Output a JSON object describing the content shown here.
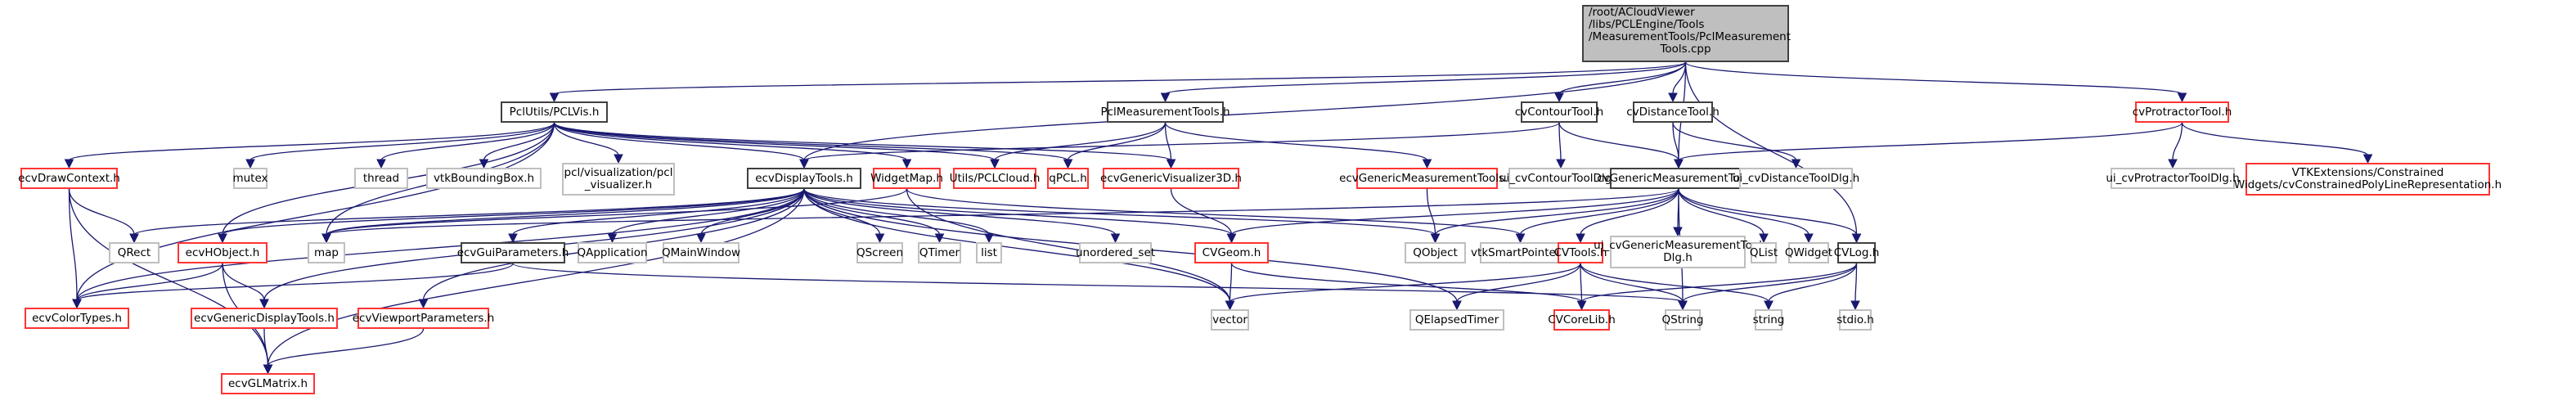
{
  "diagram": {
    "title": "Include dependency graph",
    "colors": {
      "edge": "#191970",
      "root_fill": "#bfbfbf",
      "documented_border": "#404040",
      "incomplete_border": "#ff3333",
      "external_border": "#bfbfbf"
    },
    "nodes": [
      {
        "id": "root",
        "label": "/root/ACloudViewer\n/libs/PCLEngine/Tools\n/MeasurementTools/PclMeasurement\nTools.cpp",
        "kind": "root"
      },
      {
        "id": "pclvis",
        "label": "PclUtils/PCLVis.h",
        "kind": "documented"
      },
      {
        "id": "pclmeas",
        "label": "PclMeasurementTools.h",
        "kind": "documented"
      },
      {
        "id": "contour",
        "label": "cvContourTool.h",
        "kind": "documented"
      },
      {
        "id": "distance",
        "label": "cvDistanceTool.h",
        "kind": "documented"
      },
      {
        "id": "protractor",
        "label": "cvProtractorTool.h",
        "kind": "incomplete"
      },
      {
        "id": "drawctx",
        "label": "ecvDrawContext.h",
        "kind": "incomplete"
      },
      {
        "id": "mutex",
        "label": "mutex",
        "kind": "external"
      },
      {
        "id": "thread",
        "label": "thread",
        "kind": "external"
      },
      {
        "id": "vtkbb",
        "label": "vtkBoundingBox.h",
        "kind": "external"
      },
      {
        "id": "pclviz",
        "label": "pcl/visualization/pcl\n_visualizer.h",
        "kind": "external"
      },
      {
        "id": "displaytools",
        "label": "ecvDisplayTools.h",
        "kind": "documented"
      },
      {
        "id": "widgetmap",
        "label": "WidgetMap.h",
        "kind": "incomplete"
      },
      {
        "id": "pclcloud",
        "label": "Utils/PCLCloud.h",
        "kind": "incomplete"
      },
      {
        "id": "qpcl",
        "label": "qPCL.h",
        "kind": "incomplete"
      },
      {
        "id": "genvis3d",
        "label": "ecvGenericVisualizer3D.h",
        "kind": "incomplete"
      },
      {
        "id": "genmeastools",
        "label": "ecvGenericMeasurementTools.h",
        "kind": "incomplete"
      },
      {
        "id": "uicontour",
        "label": "ui_cvContourToolDlg.h",
        "kind": "external"
      },
      {
        "id": "genmeastool",
        "label": "cvGenericMeasurementTool.h",
        "kind": "documented"
      },
      {
        "id": "uidistance",
        "label": "ui_cvDistanceToolDlg.h",
        "kind": "external"
      },
      {
        "id": "uiprotractor",
        "label": "ui_cvProtractorToolDlg.h",
        "kind": "external"
      },
      {
        "id": "vtkext",
        "label": "VTKExtensions/Constrained\nWidgets/cvConstrainedPolyLineRepresentation.h",
        "kind": "incomplete"
      },
      {
        "id": "qrect",
        "label": "QRect",
        "kind": "external"
      },
      {
        "id": "hobject",
        "label": "ecvHObject.h",
        "kind": "incomplete"
      },
      {
        "id": "map",
        "label": "map",
        "kind": "external"
      },
      {
        "id": "guiparams",
        "label": "ecvGuiParameters.h",
        "kind": "documented"
      },
      {
        "id": "qapp",
        "label": "QApplication",
        "kind": "external"
      },
      {
        "id": "qmainwin",
        "label": "QMainWindow",
        "kind": "external"
      },
      {
        "id": "qscreen",
        "label": "QScreen",
        "kind": "external"
      },
      {
        "id": "qtimer",
        "label": "QTimer",
        "kind": "external"
      },
      {
        "id": "list",
        "label": "list",
        "kind": "external"
      },
      {
        "id": "uset",
        "label": "unordered_set",
        "kind": "external"
      },
      {
        "id": "cvgeom",
        "label": "CVGeom.h",
        "kind": "incomplete"
      },
      {
        "id": "qobject",
        "label": "QObject",
        "kind": "external"
      },
      {
        "id": "vtksp",
        "label": "vtkSmartPointer.h",
        "kind": "external"
      },
      {
        "id": "cvtools",
        "label": "CVTools.h",
        "kind": "incomplete"
      },
      {
        "id": "uigenmeas",
        "label": "ui_cvGenericMeasurementTool\nDlg.h",
        "kind": "external"
      },
      {
        "id": "qlist",
        "label": "QList",
        "kind": "external"
      },
      {
        "id": "qwidget",
        "label": "QWidget",
        "kind": "external"
      },
      {
        "id": "cvlog",
        "label": "CVLog.h",
        "kind": "documented"
      },
      {
        "id": "colortypes",
        "label": "ecvColorTypes.h",
        "kind": "incomplete"
      },
      {
        "id": "gendisplay",
        "label": "ecvGenericDisplayTools.h",
        "kind": "incomplete"
      },
      {
        "id": "viewport",
        "label": "ecvViewportParameters.h",
        "kind": "incomplete"
      },
      {
        "id": "vector",
        "label": "vector",
        "kind": "external"
      },
      {
        "id": "qelapsed",
        "label": "QElapsedTimer",
        "kind": "external"
      },
      {
        "id": "corelib",
        "label": "CVCoreLib.h",
        "kind": "incomplete"
      },
      {
        "id": "qstring",
        "label": "QString",
        "kind": "external"
      },
      {
        "id": "string",
        "label": "string",
        "kind": "external"
      },
      {
        "id": "stdio",
        "label": "stdio.h",
        "kind": "external"
      },
      {
        "id": "glmatrix",
        "label": "ecvGLMatrix.h",
        "kind": "incomplete"
      }
    ],
    "edges": [
      [
        "root",
        "pclvis"
      ],
      [
        "root",
        "pclmeas"
      ],
      [
        "root",
        "contour"
      ],
      [
        "root",
        "distance"
      ],
      [
        "root",
        "protractor"
      ],
      [
        "root",
        "genmeastool"
      ],
      [
        "root",
        "displaytools"
      ],
      [
        "root",
        "cvlog"
      ],
      [
        "pclvis",
        "drawctx"
      ],
      [
        "pclvis",
        "mutex"
      ],
      [
        "pclvis",
        "thread"
      ],
      [
        "pclvis",
        "vtkbb"
      ],
      [
        "pclvis",
        "pclviz"
      ],
      [
        "pclvis",
        "displaytools"
      ],
      [
        "pclvis",
        "widgetmap"
      ],
      [
        "pclvis",
        "pclcloud"
      ],
      [
        "pclvis",
        "qpcl"
      ],
      [
        "pclvis",
        "genvis3d"
      ],
      [
        "pclvis",
        "hobject"
      ],
      [
        "pclvis",
        "map"
      ],
      [
        "pclvis",
        "colortypes"
      ],
      [
        "pclmeas",
        "pclcloud"
      ],
      [
        "pclmeas",
        "qpcl"
      ],
      [
        "pclmeas",
        "genvis3d"
      ],
      [
        "pclmeas",
        "genmeastools"
      ],
      [
        "contour",
        "uicontour"
      ],
      [
        "contour",
        "genmeastool"
      ],
      [
        "contour",
        "displaytools"
      ],
      [
        "distance",
        "genmeastool"
      ],
      [
        "distance",
        "uidistance"
      ],
      [
        "protractor",
        "genmeastool"
      ],
      [
        "protractor",
        "uiprotractor"
      ],
      [
        "protractor",
        "vtkext"
      ],
      [
        "drawctx",
        "qrect"
      ],
      [
        "drawctx",
        "colortypes"
      ],
      [
        "drawctx",
        "glmatrix"
      ],
      [
        "displaytools",
        "qrect"
      ],
      [
        "displaytools",
        "hobject"
      ],
      [
        "displaytools",
        "map"
      ],
      [
        "displaytools",
        "guiparams"
      ],
      [
        "displaytools",
        "qapp"
      ],
      [
        "displaytools",
        "qmainwin"
      ],
      [
        "displaytools",
        "qscreen"
      ],
      [
        "displaytools",
        "qtimer"
      ],
      [
        "displaytools",
        "list"
      ],
      [
        "displaytools",
        "uset"
      ],
      [
        "displaytools",
        "cvgeom"
      ],
      [
        "displaytools",
        "qobject"
      ],
      [
        "displaytools",
        "vector"
      ],
      [
        "displaytools",
        "qelapsed"
      ],
      [
        "displaytools",
        "gendisplay"
      ],
      [
        "displaytools",
        "viewport"
      ],
      [
        "displaytools",
        "glmatrix"
      ],
      [
        "displaytools",
        "colortypes"
      ],
      [
        "widgetmap",
        "map"
      ],
      [
        "widgetmap",
        "vtksp"
      ],
      [
        "widgetmap",
        "vector"
      ],
      [
        "genvis3d",
        "cvgeom"
      ],
      [
        "genmeastools",
        "qobject"
      ],
      [
        "genmeastool",
        "cvgeom"
      ],
      [
        "genmeastool",
        "qobject"
      ],
      [
        "genmeastool",
        "vtksp"
      ],
      [
        "genmeastool",
        "cvtools"
      ],
      [
        "genmeastool",
        "uigenmeas"
      ],
      [
        "genmeastool",
        "qlist"
      ],
      [
        "genmeastool",
        "qwidget"
      ],
      [
        "genmeastool",
        "cvlog"
      ],
      [
        "genmeastool",
        "qstring"
      ],
      [
        "genmeastool",
        "map"
      ],
      [
        "hobject",
        "colortypes"
      ],
      [
        "hobject",
        "gendisplay"
      ],
      [
        "hobject",
        "glmatrix"
      ],
      [
        "guiparams",
        "colortypes"
      ],
      [
        "guiparams",
        "qstring"
      ],
      [
        "gendisplay",
        "glmatrix"
      ],
      [
        "viewport",
        "glmatrix"
      ],
      [
        "cvgeom",
        "vector"
      ],
      [
        "cvgeom",
        "corelib"
      ],
      [
        "cvtools",
        "vector"
      ],
      [
        "cvtools",
        "qelapsed"
      ],
      [
        "cvtools",
        "corelib"
      ],
      [
        "cvtools",
        "qstring"
      ],
      [
        "cvtools",
        "string"
      ],
      [
        "cvlog",
        "corelib"
      ],
      [
        "cvlog",
        "qstring"
      ],
      [
        "cvlog",
        "string"
      ],
      [
        "cvlog",
        "stdio"
      ]
    ]
  }
}
